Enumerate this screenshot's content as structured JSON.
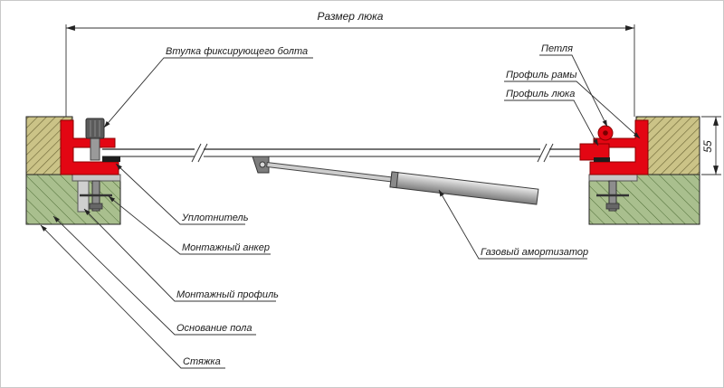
{
  "dimensions": {
    "top": "Размер люка",
    "right_height": "55"
  },
  "labels": {
    "bolt_sleeve": "Втулка фиксирующего болта",
    "hinge": "Петля",
    "frame_profile": "Профиль рамы",
    "hatch_profile": "Профиль люка",
    "seal": "Уплотнитель",
    "mounting_anchor": "Монтажный анкер",
    "mounting_profile": "Монтажный профиль",
    "floor_base": "Основание пола",
    "screed": "Стяжка",
    "gas_spring": "Газовый амортизатор"
  },
  "colors": {
    "profile_red": "#e30613",
    "profile_red_dark": "#8b0000",
    "screed_fill": "#cbc387",
    "screed_hatch": "#6f6838",
    "base_fill": "#a9bf8e",
    "base_hatch": "#4e6d36",
    "metal_gray": "#b8b8b8",
    "line": "#222222"
  }
}
